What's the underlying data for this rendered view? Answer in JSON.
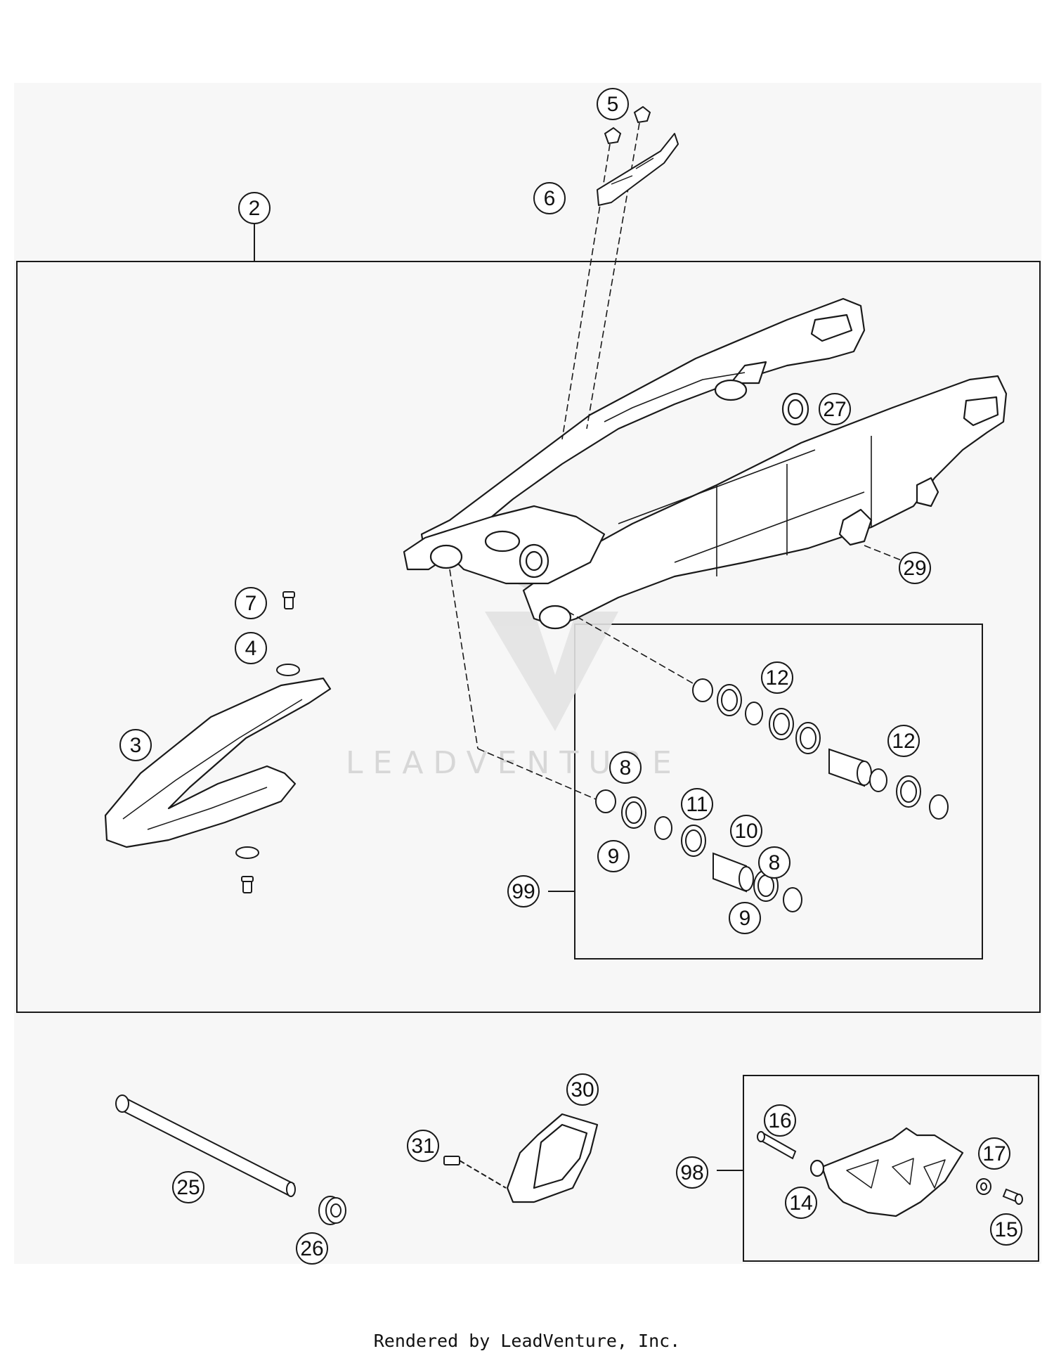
{
  "callouts": [
    {
      "label": "5"
    },
    {
      "label": "6"
    },
    {
      "label": "2"
    },
    {
      "label": "27"
    },
    {
      "label": "29"
    },
    {
      "label": "7"
    },
    {
      "label": "4"
    },
    {
      "label": "3"
    },
    {
      "label": "12"
    },
    {
      "label": "12"
    },
    {
      "label": "8"
    },
    {
      "label": "11"
    },
    {
      "label": "10"
    },
    {
      "label": "9"
    },
    {
      "label": "8"
    },
    {
      "label": "99"
    },
    {
      "label": "9"
    },
    {
      "label": "30"
    },
    {
      "label": "31"
    },
    {
      "label": "16"
    },
    {
      "label": "17"
    },
    {
      "label": "98"
    },
    {
      "label": "25"
    },
    {
      "label": "14"
    },
    {
      "label": "15"
    },
    {
      "label": "26"
    }
  ],
  "watermark": {
    "brand": "LEADVENTURE"
  },
  "footer": {
    "text": "Rendered by LeadVenture, Inc."
  },
  "colors": {
    "line": "#1a1a1a",
    "panel": "#f7f7f7",
    "watermark": "#d7d7d7"
  }
}
